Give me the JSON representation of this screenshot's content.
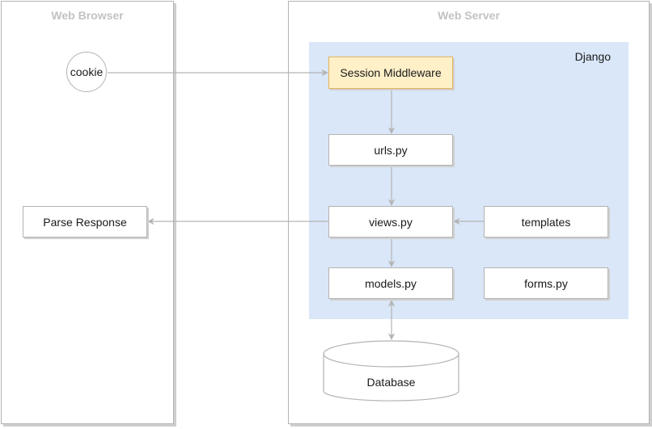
{
  "lanes": {
    "browser_title": "Web Browser",
    "server_title": "Web Server"
  },
  "django": {
    "label": "Django"
  },
  "nodes": {
    "cookie": "cookie",
    "session_middleware": "Session Middleware",
    "urls": "urls.py",
    "views": "views.py",
    "models": "models.py",
    "templates": "templates",
    "forms": "forms.py",
    "parse_response": "Parse Response",
    "database": "Database"
  },
  "colors": {
    "lane_border": "#b3b3b3",
    "lane_title": "#c2c2c2",
    "django_fill": "#d9e7f8",
    "highlight_fill": "#fff0c8",
    "highlight_border": "#e4b35a",
    "connector": "#b3b3b3"
  }
}
